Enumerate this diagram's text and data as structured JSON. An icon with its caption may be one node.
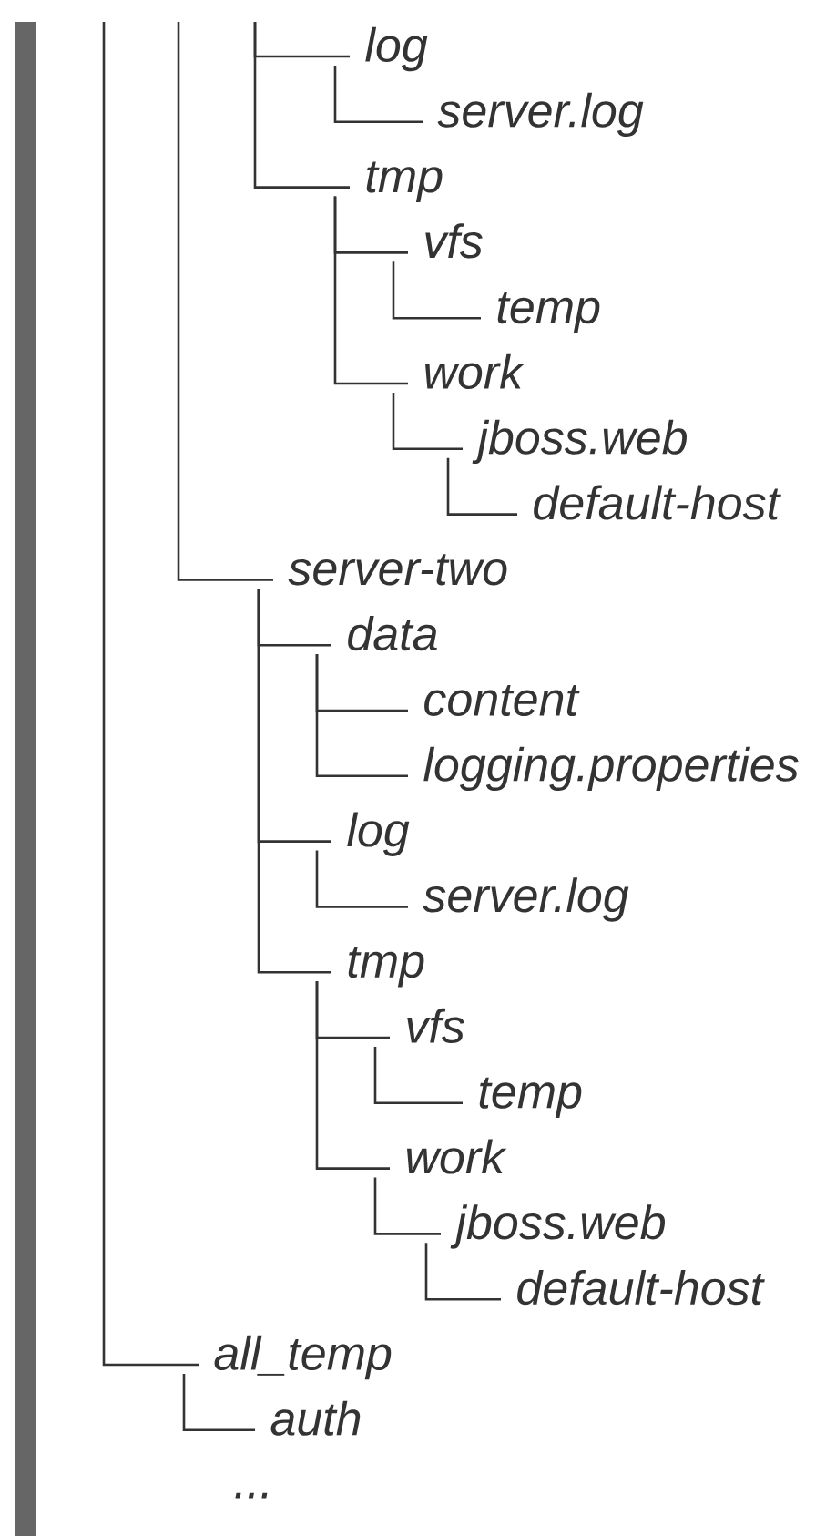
{
  "diagram": {
    "nodes": [
      {
        "text": [
          "log"
        ]
      },
      {
        "text": [
          "server.log"
        ]
      },
      {
        "text": [
          "tmp"
        ]
      },
      {
        "text": [
          "vfs"
        ]
      },
      {
        "text": [
          "temp"
        ]
      },
      {
        "text": [
          "work"
        ]
      },
      {
        "text": [
          "jboss.web"
        ]
      },
      {
        "text": [
          "default-host"
        ]
      },
      {
        "text": [
          "server-two"
        ]
      },
      {
        "text": [
          "data"
        ]
      },
      {
        "text": [
          "content"
        ]
      },
      {
        "text": [
          "logging.properties"
        ]
      },
      {
        "text": [
          "log"
        ]
      },
      {
        "text": [
          "server.log"
        ]
      },
      {
        "text": [
          "tmp"
        ]
      },
      {
        "text": [
          "vfs"
        ]
      },
      {
        "text": [
          "temp"
        ]
      },
      {
        "text": [
          "work"
        ]
      },
      {
        "text": [
          "jboss.web"
        ]
      },
      {
        "text": [
          "default-host"
        ]
      },
      {
        "text": [
          "all_temp"
        ]
      },
      {
        "text": [
          "auth"
        ]
      }
    ],
    "edges": [
      {
        "from": null,
        "to": 0,
        "arrow": "none"
      },
      {
        "from": 0,
        "to": 1,
        "arrow": "none"
      },
      {
        "from": null,
        "to": 2,
        "arrow": "none"
      },
      {
        "from": 2,
        "to": 3,
        "arrow": "none"
      },
      {
        "from": 3,
        "to": 4,
        "arrow": "none"
      },
      {
        "from": 2,
        "to": 5,
        "arrow": "none"
      },
      {
        "from": 5,
        "to": 6,
        "arrow": "none"
      },
      {
        "from": 6,
        "to": 7,
        "arrow": "none"
      },
      {
        "from": null,
        "to": 8,
        "arrow": "none"
      },
      {
        "from": 8,
        "to": 9,
        "arrow": "none"
      },
      {
        "from": 9,
        "to": 10,
        "arrow": "none"
      },
      {
        "from": 9,
        "to": 11,
        "arrow": "none"
      },
      {
        "from": 8,
        "to": 12,
        "arrow": "none"
      },
      {
        "from": 12,
        "to": 13,
        "arrow": "none"
      },
      {
        "from": 8,
        "to": 14,
        "arrow": "none"
      },
      {
        "from": 14,
        "to": 15,
        "arrow": "none"
      },
      {
        "from": 15,
        "to": 16,
        "arrow": "none"
      },
      {
        "from": 14,
        "to": 17,
        "arrow": "none"
      },
      {
        "from": 17,
        "to": 18,
        "arrow": "none"
      },
      {
        "from": 18,
        "to": 19,
        "arrow": "none"
      },
      {
        "from": null,
        "to": 20,
        "arrow": "none"
      },
      {
        "from": 20,
        "to": 21,
        "arrow": "none"
      }
    ],
    "labels": [
      "..."
    ]
  }
}
